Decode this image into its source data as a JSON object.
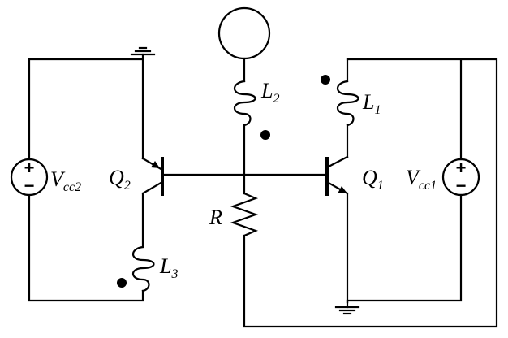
{
  "labels": {
    "l2": {
      "main": "L",
      "sub": "2"
    },
    "l1": {
      "main": "L",
      "sub": "1"
    },
    "l3": {
      "main": "L",
      "sub": "3"
    },
    "q2": {
      "main": "Q",
      "sub": "2"
    },
    "q1": {
      "main": "Q",
      "sub": "1"
    },
    "vcc2": {
      "main": "V",
      "sub": "cc2"
    },
    "vcc1": {
      "main": "V",
      "sub": "cc1"
    },
    "r": {
      "main": "R"
    }
  },
  "source_signs": {
    "plus": "+",
    "minus": "−"
  }
}
